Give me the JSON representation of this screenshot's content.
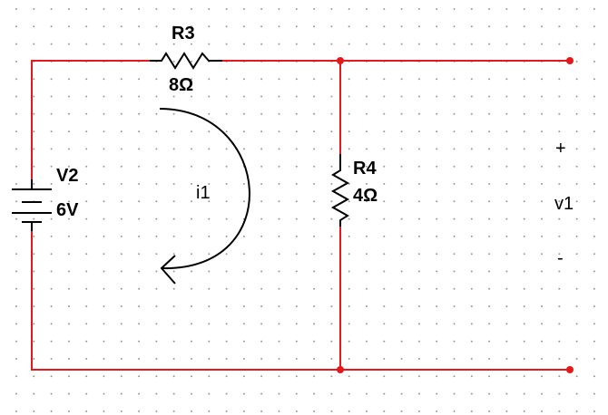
{
  "schematic": {
    "colors": {
      "wire": "#e5191b",
      "component": "#000000",
      "grid_dot": "#9a9a9a",
      "background": "#ffffff"
    },
    "resistor_r3": {
      "name": "R3",
      "value": "8Ω"
    },
    "resistor_r4": {
      "name": "R4",
      "value": "4Ω"
    },
    "source_v2": {
      "name": "V2",
      "value": "6V"
    },
    "loop_current": {
      "label": "i1"
    },
    "output_voltage": {
      "label": "v1",
      "plus": "+",
      "minus": "-"
    }
  }
}
